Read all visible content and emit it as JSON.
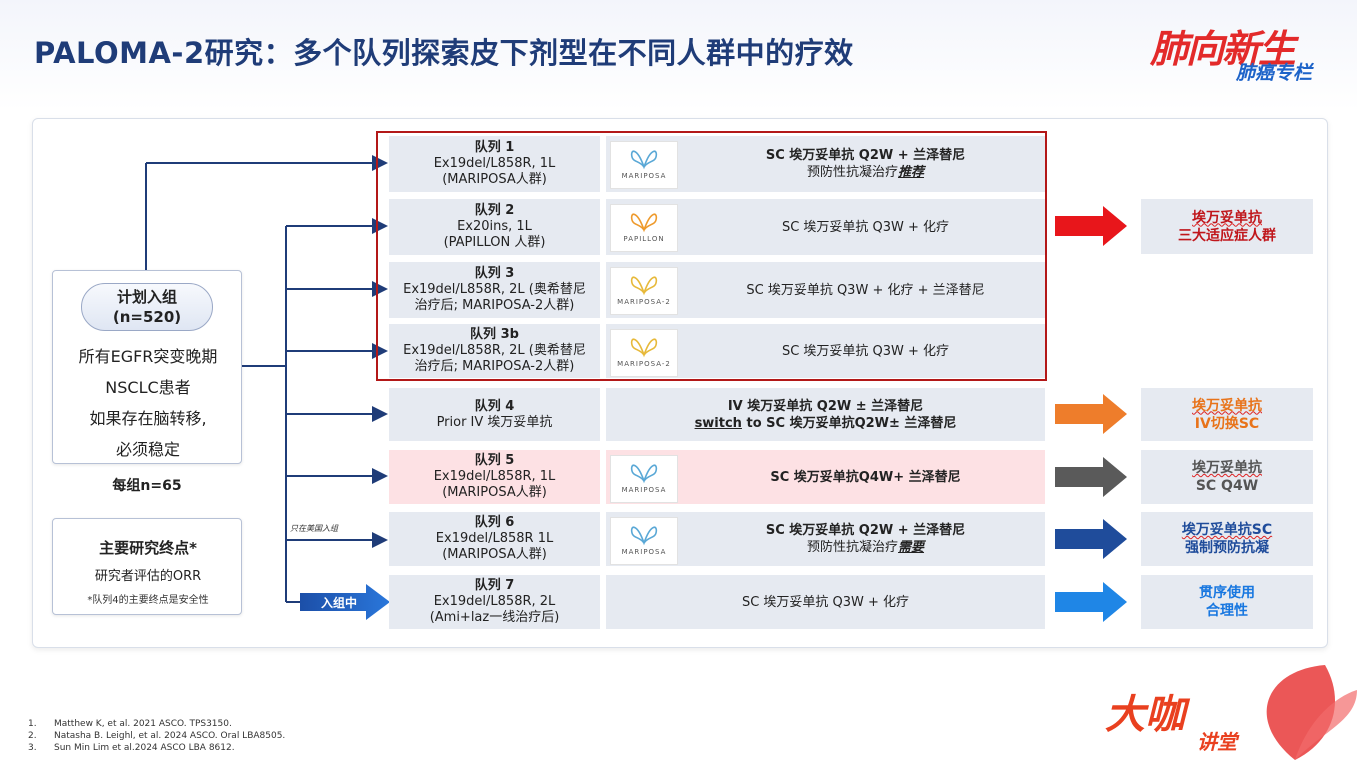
{
  "title": "PALOMA-2研究：多个队列探索皮下剂型在不同人群中的疗效",
  "brand_top": {
    "line1": "肺向新生",
    "line2": "肺癌专栏"
  },
  "brand_bottom": {
    "line1": "大咖",
    "line2": "讲堂"
  },
  "left_panel": {
    "plan_label": "计划入组",
    "plan_n": "(n=520)",
    "patients": [
      "所有EGFR突变晚期",
      "NSCLC患者",
      "如果存在脑转移,",
      "必须稳定"
    ],
    "per_group": "每组n=65",
    "endpoint_title": "主要研究终点*",
    "endpoint_desc": "研究者评估的ORR",
    "endpoint_note": "*队列4的主要终点是安全性"
  },
  "small_note": "只在美国入组",
  "enrolling_label": "入组中",
  "cohorts": [
    {
      "name": "队列 1",
      "line2": "Ex19del/L858R, 1L",
      "line3": "(MARIPOSA人群)",
      "logo": "MARIPOSA",
      "treat1": "SC 埃万妥单抗 Q2W + 兰泽替尼",
      "treat2a": "预防性抗凝治疗",
      "treat2b": "推荐"
    },
    {
      "name": "队列 2",
      "line2": "Ex20ins, 1L",
      "line3": "(PAPILLON 人群)",
      "logo": "PAPILLON",
      "treat1": "SC 埃万妥单抗 Q3W + 化疗"
    },
    {
      "name": "队列 3",
      "line2": "Ex19del/L858R, 2L (奥希替尼",
      "line3": "治疗后; MARIPOSA-2人群)",
      "logo": "MARIPOSA-2",
      "treat1": "SC 埃万妥单抗 Q3W + 化疗 + 兰泽替尼"
    },
    {
      "name": "队列 3b",
      "line2": "Ex19del/L858R, 2L (奥希替尼",
      "line3": "治疗后; MARIPOSA-2人群)",
      "logo": "MARIPOSA-2",
      "treat1": "SC 埃万妥单抗 Q3W + 化疗"
    },
    {
      "name": "队列 4",
      "line2": "Prior IV 埃万妥单抗",
      "treat1": "IV 埃万妥单抗 Q2W ± 兰泽替尼",
      "treat2a": "switch",
      "treat2b": " to SC 埃万妥单抗Q2W± 兰泽替尼"
    },
    {
      "name": "队列 5",
      "line2": "Ex19del/L858R, 1L",
      "line3": "(MARIPOSA人群)",
      "logo": "MARIPOSA",
      "treat1": "SC 埃万妥单抗Q4W+ 兰泽替尼"
    },
    {
      "name": "队列 6",
      "line2": "Ex19del/L858R 1L",
      "line3": "(MARIPOSA人群)",
      "logo": "MARIPOSA",
      "treat1": "SC 埃万妥单抗 Q2W + 兰泽替尼",
      "treat2a": "预防性抗凝治疗",
      "treat2b": "需要"
    },
    {
      "name": "队列 7",
      "line2": "Ex19del/L858R, 2L",
      "line3": "(Ami+laz一线治疗后)",
      "treat1": "SC 埃万妥单抗 Q3W + 化疗"
    }
  ],
  "results": [
    {
      "line1": "埃万妥单抗",
      "line2": "三大适应症人群",
      "color": "#c0161b",
      "arrow": "#e8161b"
    },
    {
      "line1": "埃万妥单抗",
      "line2": "IV切换SC",
      "color": "#e8731a",
      "arrow": "#ee7d2b"
    },
    {
      "line1": "埃万妥单抗",
      "line2": "SC Q4W",
      "color": "#555555",
      "arrow": "#5a5a5a"
    },
    {
      "line1": "埃万妥单抗SC",
      "line2": "强制预防抗凝",
      "color": "#1f4c9b",
      "arrow": "#1f4c9b"
    },
    {
      "line1": "贯序使用",
      "line2": "合理性",
      "color": "#1877e0",
      "arrow": "#1f86e6"
    }
  ],
  "references": [
    {
      "num": "1.",
      "text": "Matthew K, et al. 2021 ASCO. TPS3150."
    },
    {
      "num": "2.",
      "text": "Natasha B. Leighl, et al. 2024 ASCO. Oral LBA8505."
    },
    {
      "num": "3.",
      "text": "Sun Min Lim et al.2024 ASCO LBA 8612."
    }
  ]
}
